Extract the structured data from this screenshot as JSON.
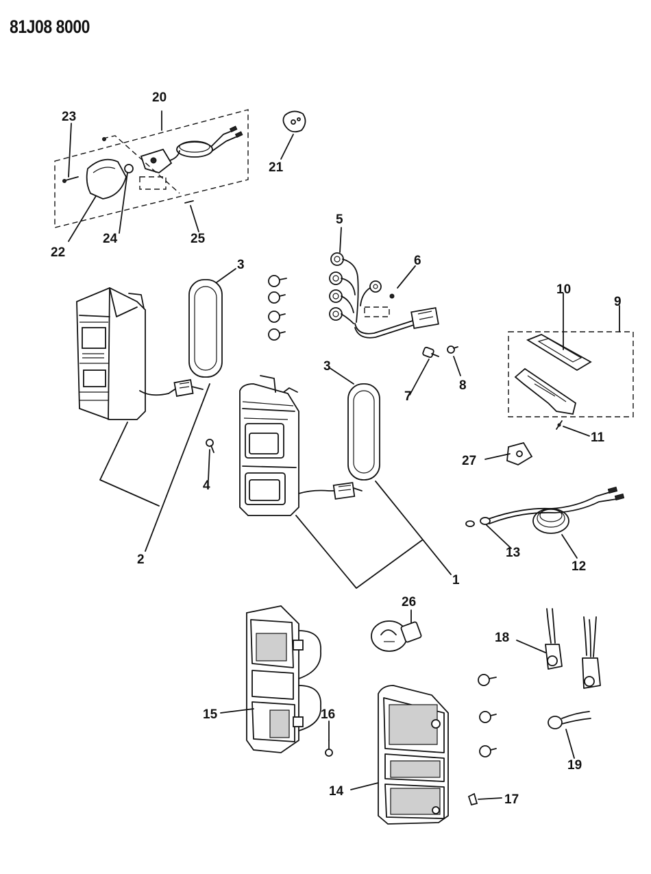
{
  "header": {
    "title": "81J08 8000"
  },
  "callouts": {
    "c1": "1",
    "c2": "2",
    "c3a": "3",
    "c3b": "3",
    "c4": "4",
    "c5": "5",
    "c6": "6",
    "c7": "7",
    "c8": "8",
    "c9": "9",
    "c10": "10",
    "c11": "11",
    "c12": "12",
    "c13": "13",
    "c14": "14",
    "c15": "15",
    "c16": "16",
    "c17": "17",
    "c18": "18",
    "c19": "19",
    "c20": "20",
    "c21": "21",
    "c22": "22",
    "c23": "23",
    "c24": "24",
    "c25": "25",
    "c26": "26",
    "c27": "27"
  }
}
